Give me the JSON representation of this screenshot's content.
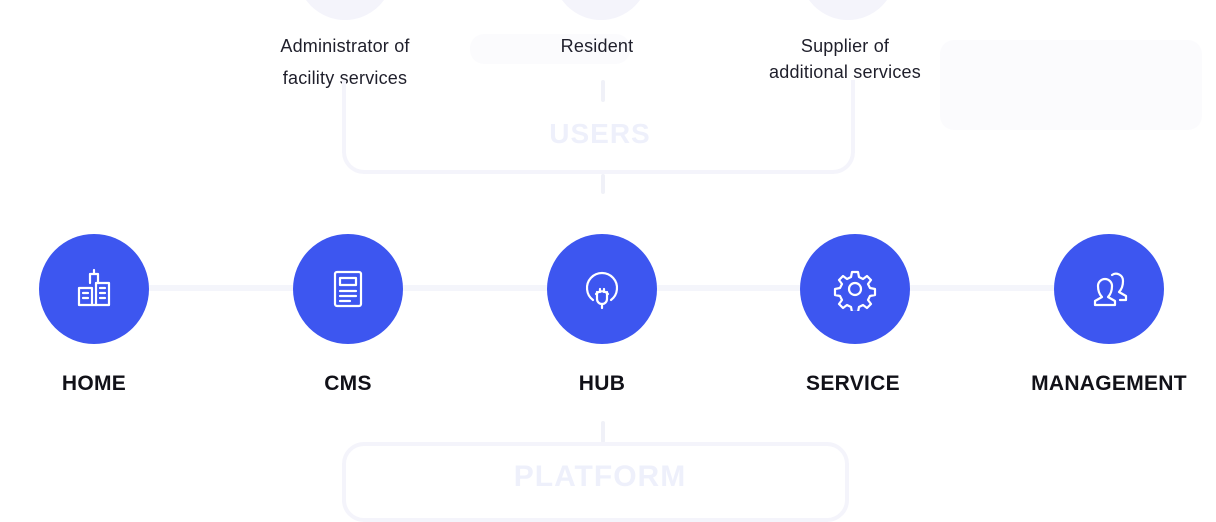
{
  "users": {
    "section_title": "USERS",
    "roles": [
      {
        "label": "Administrator of\nfacility services"
      },
      {
        "label": "Resident"
      },
      {
        "label": "Supplier of\nadditional services"
      }
    ]
  },
  "modules": [
    {
      "label": "HOME",
      "icon": "buildings-icon"
    },
    {
      "label": "CMS",
      "icon": "document-icon"
    },
    {
      "label": "HUB",
      "icon": "plug-icon"
    },
    {
      "label": "SERVICE",
      "icon": "gear-icon"
    },
    {
      "label": "MANAGEMENT",
      "icon": "users-icon"
    }
  ],
  "platform": {
    "section_title": "PLATFORM"
  },
  "colors": {
    "accent": "#3d56f0",
    "text": "#111118",
    "faint": "#f4f4fb"
  }
}
